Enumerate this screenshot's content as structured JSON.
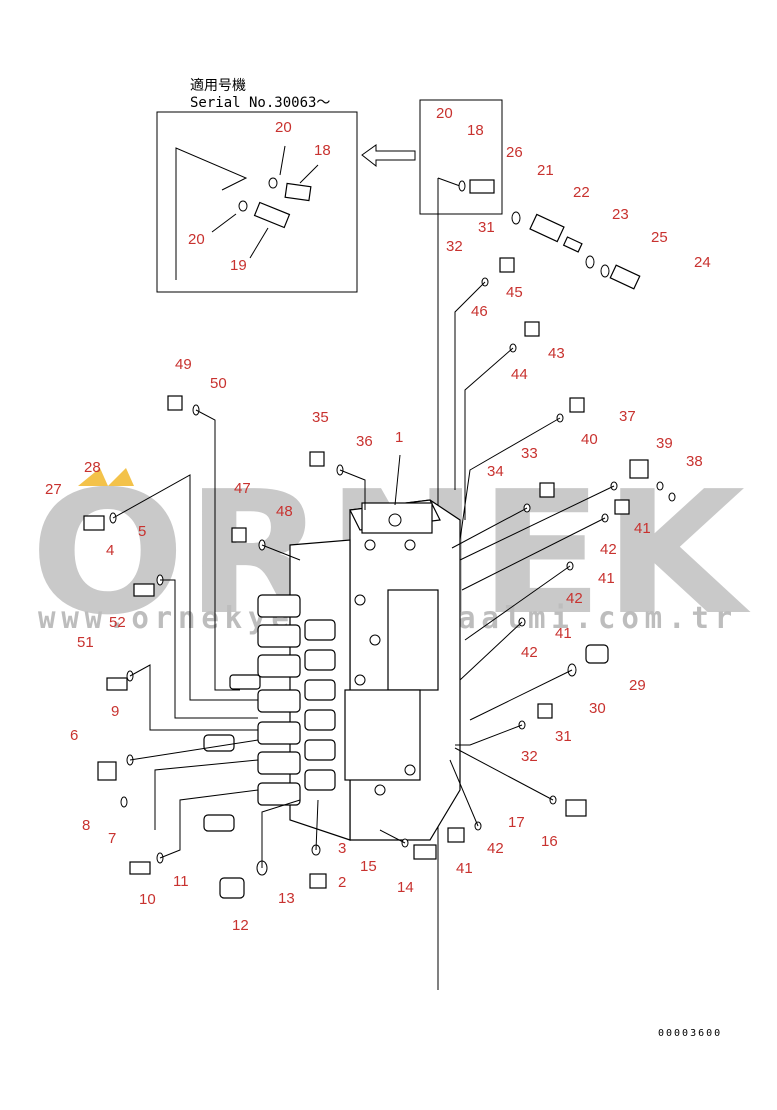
{
  "header": {
    "applicability_label": "適用号機",
    "serial_label": "Serial No.30063～"
  },
  "watermark": {
    "brand": "ORNEK",
    "url": "www.ornekyedekparcaalmi.com.tr",
    "color": "#c9c9c9",
    "accent": "#f3c24a"
  },
  "drawing_number": "00003600",
  "callout_color": "#c8322f",
  "inset_callouts": [
    "20",
    "18",
    "20",
    "19"
  ],
  "callouts": [
    "20",
    "18",
    "26",
    "21",
    "22",
    "23",
    "25",
    "24",
    "32",
    "31",
    "45",
    "46",
    "43",
    "44",
    "37",
    "39",
    "38",
    "49",
    "50",
    "35",
    "36",
    "1",
    "40",
    "34",
    "33",
    "41",
    "28",
    "27",
    "47",
    "48",
    "5",
    "42",
    "4",
    "41",
    "42",
    "41",
    "52",
    "51",
    "42",
    "29",
    "9",
    "30",
    "6",
    "31",
    "32",
    "8",
    "7",
    "17",
    "42",
    "16",
    "3",
    "15",
    "41",
    "11",
    "2",
    "14",
    "10",
    "13",
    "12"
  ]
}
